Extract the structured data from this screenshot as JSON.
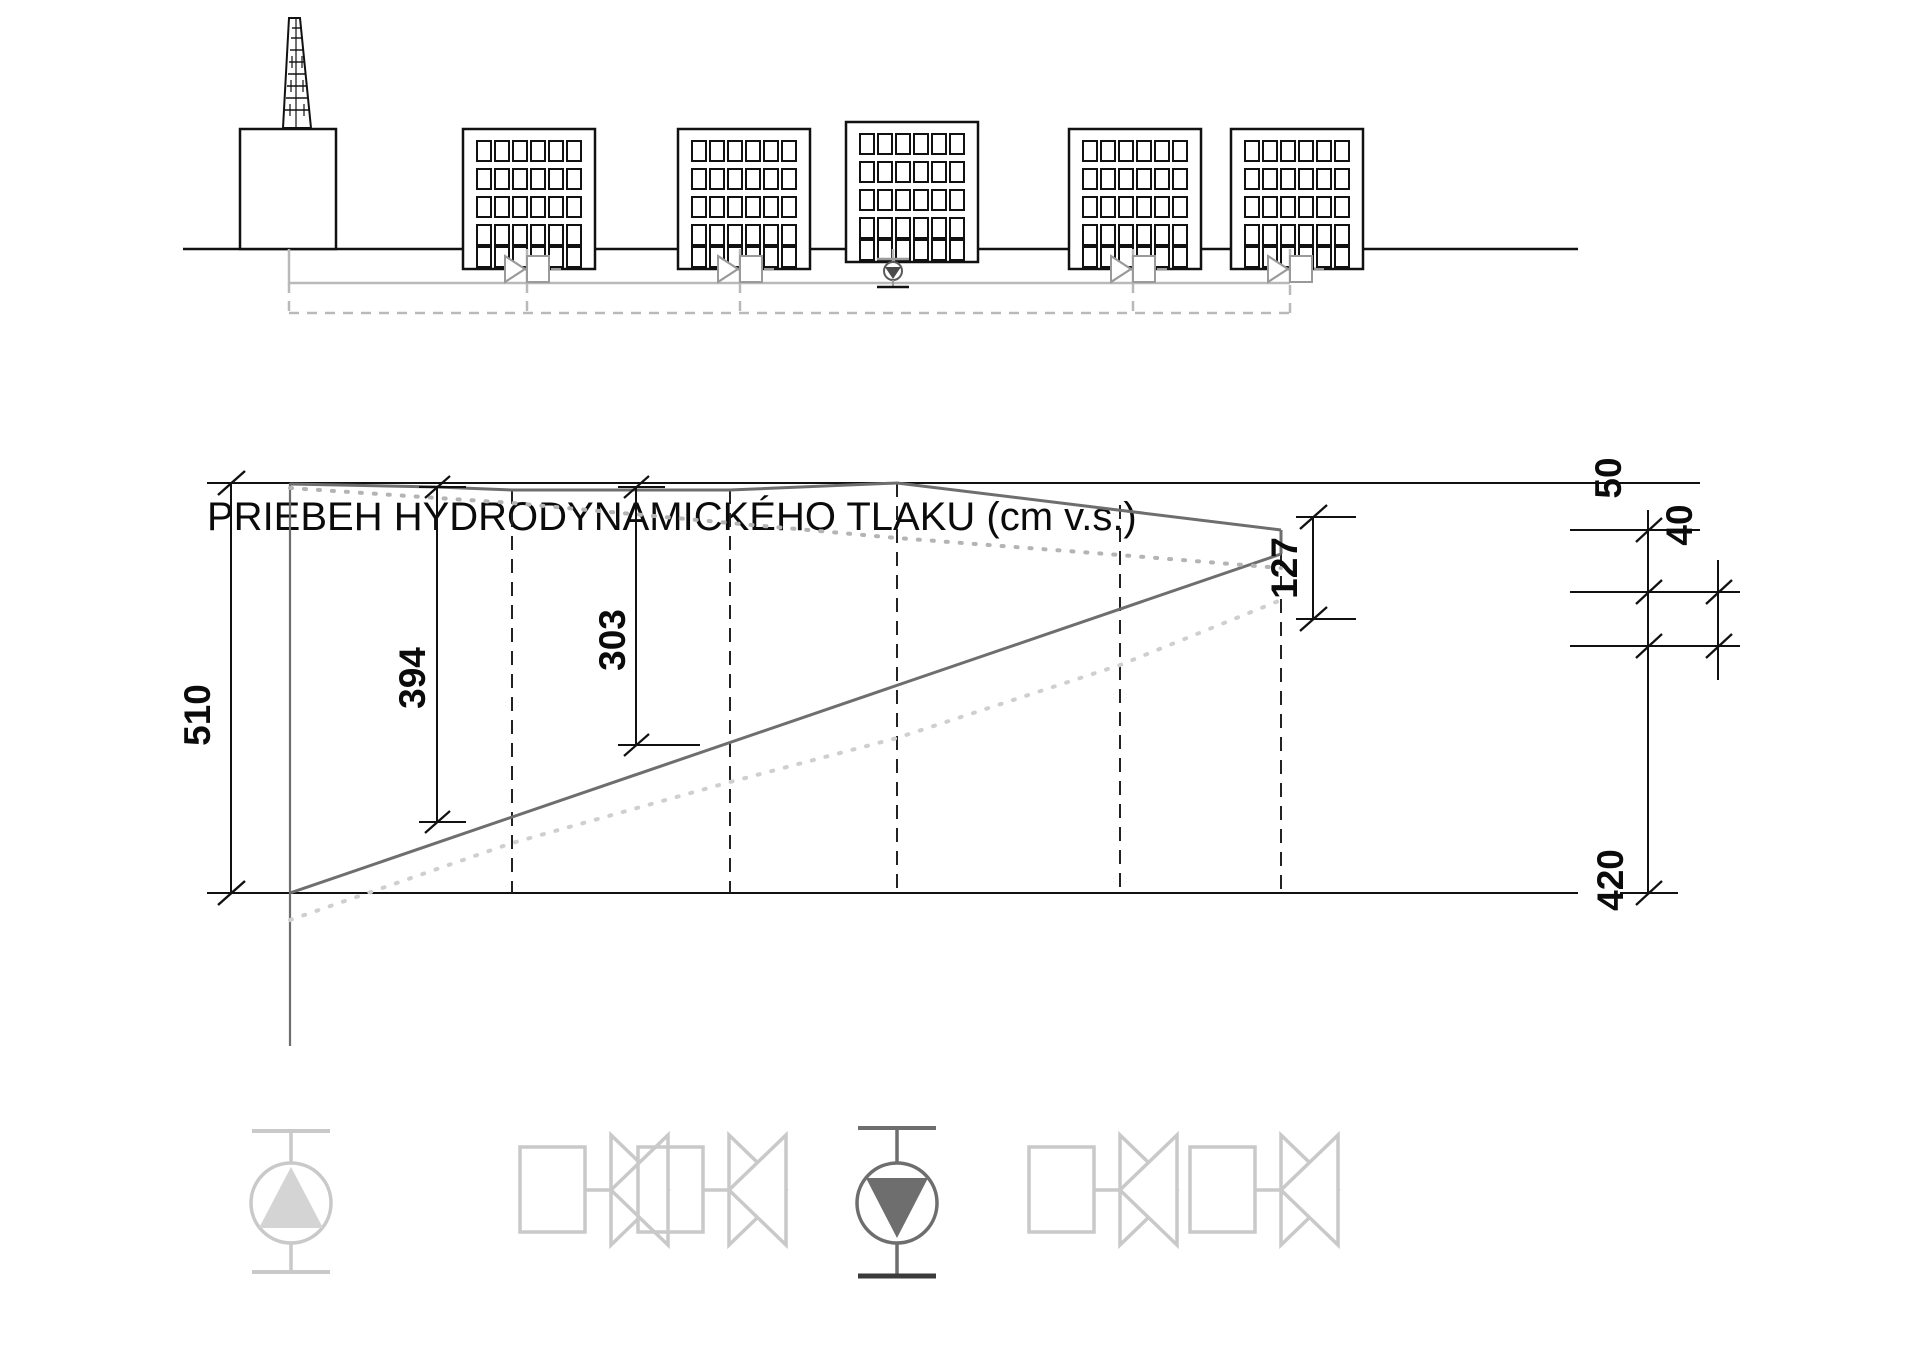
{
  "drawing": {
    "title": "PRIEBEH HYDRODYNAMICKÉHO TLAKU (cm v.s.)",
    "units": "cm v.s.",
    "colors": {
      "ink": "#0b0b0b",
      "line_mid": "#6e6e6e",
      "line_light": "#c9c9c9",
      "fill_light": "#d4d4d4",
      "fill_mid": "#6e6e6e",
      "ground": "#111111"
    }
  },
  "scheme": {
    "name": "site-elevation-schematic",
    "boiler_house": {
      "label": "",
      "stack_courses": 9
    },
    "buildings": [
      {
        "floors": 5,
        "windows_per_floor": 6
      },
      {
        "floors": 5,
        "windows_per_floor": 6
      },
      {
        "floors": 5,
        "windows_per_floor": 6
      },
      {
        "floors": 5,
        "windows_per_floor": 6
      },
      {
        "floors": 5,
        "windows_per_floor": 6
      }
    ],
    "network_devices": [
      {
        "type": "valve",
        "x": 527
      },
      {
        "type": "valve",
        "x": 740
      },
      {
        "type": "pump",
        "x": 893
      },
      {
        "type": "valve",
        "x": 1133
      },
      {
        "type": "valve",
        "x": 1290
      }
    ]
  },
  "chart_data": {
    "type": "line",
    "title": "PRIEBEH HYDRODYNAMICKÉHO TLAKU (cm v.s.)",
    "xlabel": "",
    "ylabel": "",
    "units": "cm v.s.",
    "grid": false,
    "legend": null,
    "annotations": [
      {
        "label": "510",
        "value": 510,
        "orientation": "vertical",
        "position": "left-overall-height"
      },
      {
        "label": "394",
        "value": 394,
        "orientation": "vertical",
        "position": "node-2-differential"
      },
      {
        "label": "303",
        "value": 303,
        "orientation": "vertical",
        "position": "node-3-differential"
      },
      {
        "label": "127",
        "value": 127,
        "orientation": "vertical",
        "position": "node-5-differential"
      },
      {
        "label": "50",
        "value": 50,
        "orientation": "vertical",
        "position": "top-right-offset-outer"
      },
      {
        "label": "40",
        "value": 40,
        "orientation": "vertical",
        "position": "top-right-offset-inner"
      },
      {
        "label": "420",
        "value": 420,
        "orientation": "vertical",
        "position": "right-overall-height"
      }
    ],
    "x_nodes": [
      290,
      512,
      730,
      897,
      1120,
      1281
    ],
    "series": [
      {
        "name": "supply-head-line",
        "style": "solid",
        "points": [
          [
            290,
            483
          ],
          [
            512,
            490
          ],
          [
            730,
            490
          ],
          [
            897,
            483
          ],
          [
            1281,
            530
          ]
        ]
      },
      {
        "name": "return-head-line",
        "style": "solid",
        "points": [
          [
            290,
            893
          ],
          [
            1281,
            554
          ]
        ]
      },
      {
        "name": "supply-dotted-secondary",
        "style": "dotted",
        "points": [
          [
            290,
            487
          ],
          [
            730,
            520
          ],
          [
            1281,
            565
          ]
        ]
      },
      {
        "name": "return-dotted-secondary",
        "style": "dotted",
        "points": [
          [
            290,
            920
          ],
          [
            897,
            740
          ],
          [
            1281,
            600
          ]
        ]
      }
    ],
    "baseline_y": 893,
    "top_y": 483,
    "verticals": [
      {
        "x": 290,
        "style": "solid"
      },
      {
        "x": 512,
        "style": "dashed"
      },
      {
        "x": 730,
        "style": "dashed"
      },
      {
        "x": 897,
        "style": "dashed"
      },
      {
        "x": 1120,
        "style": "dashed"
      },
      {
        "x": 1281,
        "style": "dashed"
      }
    ]
  },
  "symbols_row": [
    {
      "type": "pump",
      "name": "source-pump",
      "fill": "light",
      "triangle": "up",
      "x": 290
    },
    {
      "type": "valve",
      "name": "valve-1",
      "x": 512
    },
    {
      "type": "valve",
      "name": "valve-2",
      "x": 730
    },
    {
      "type": "pump",
      "name": "booster-pump",
      "fill": "dark",
      "triangle": "down",
      "x": 897
    },
    {
      "type": "valve",
      "name": "valve-3",
      "x": 1120
    },
    {
      "type": "valve",
      "name": "valve-4",
      "x": 1281
    }
  ]
}
